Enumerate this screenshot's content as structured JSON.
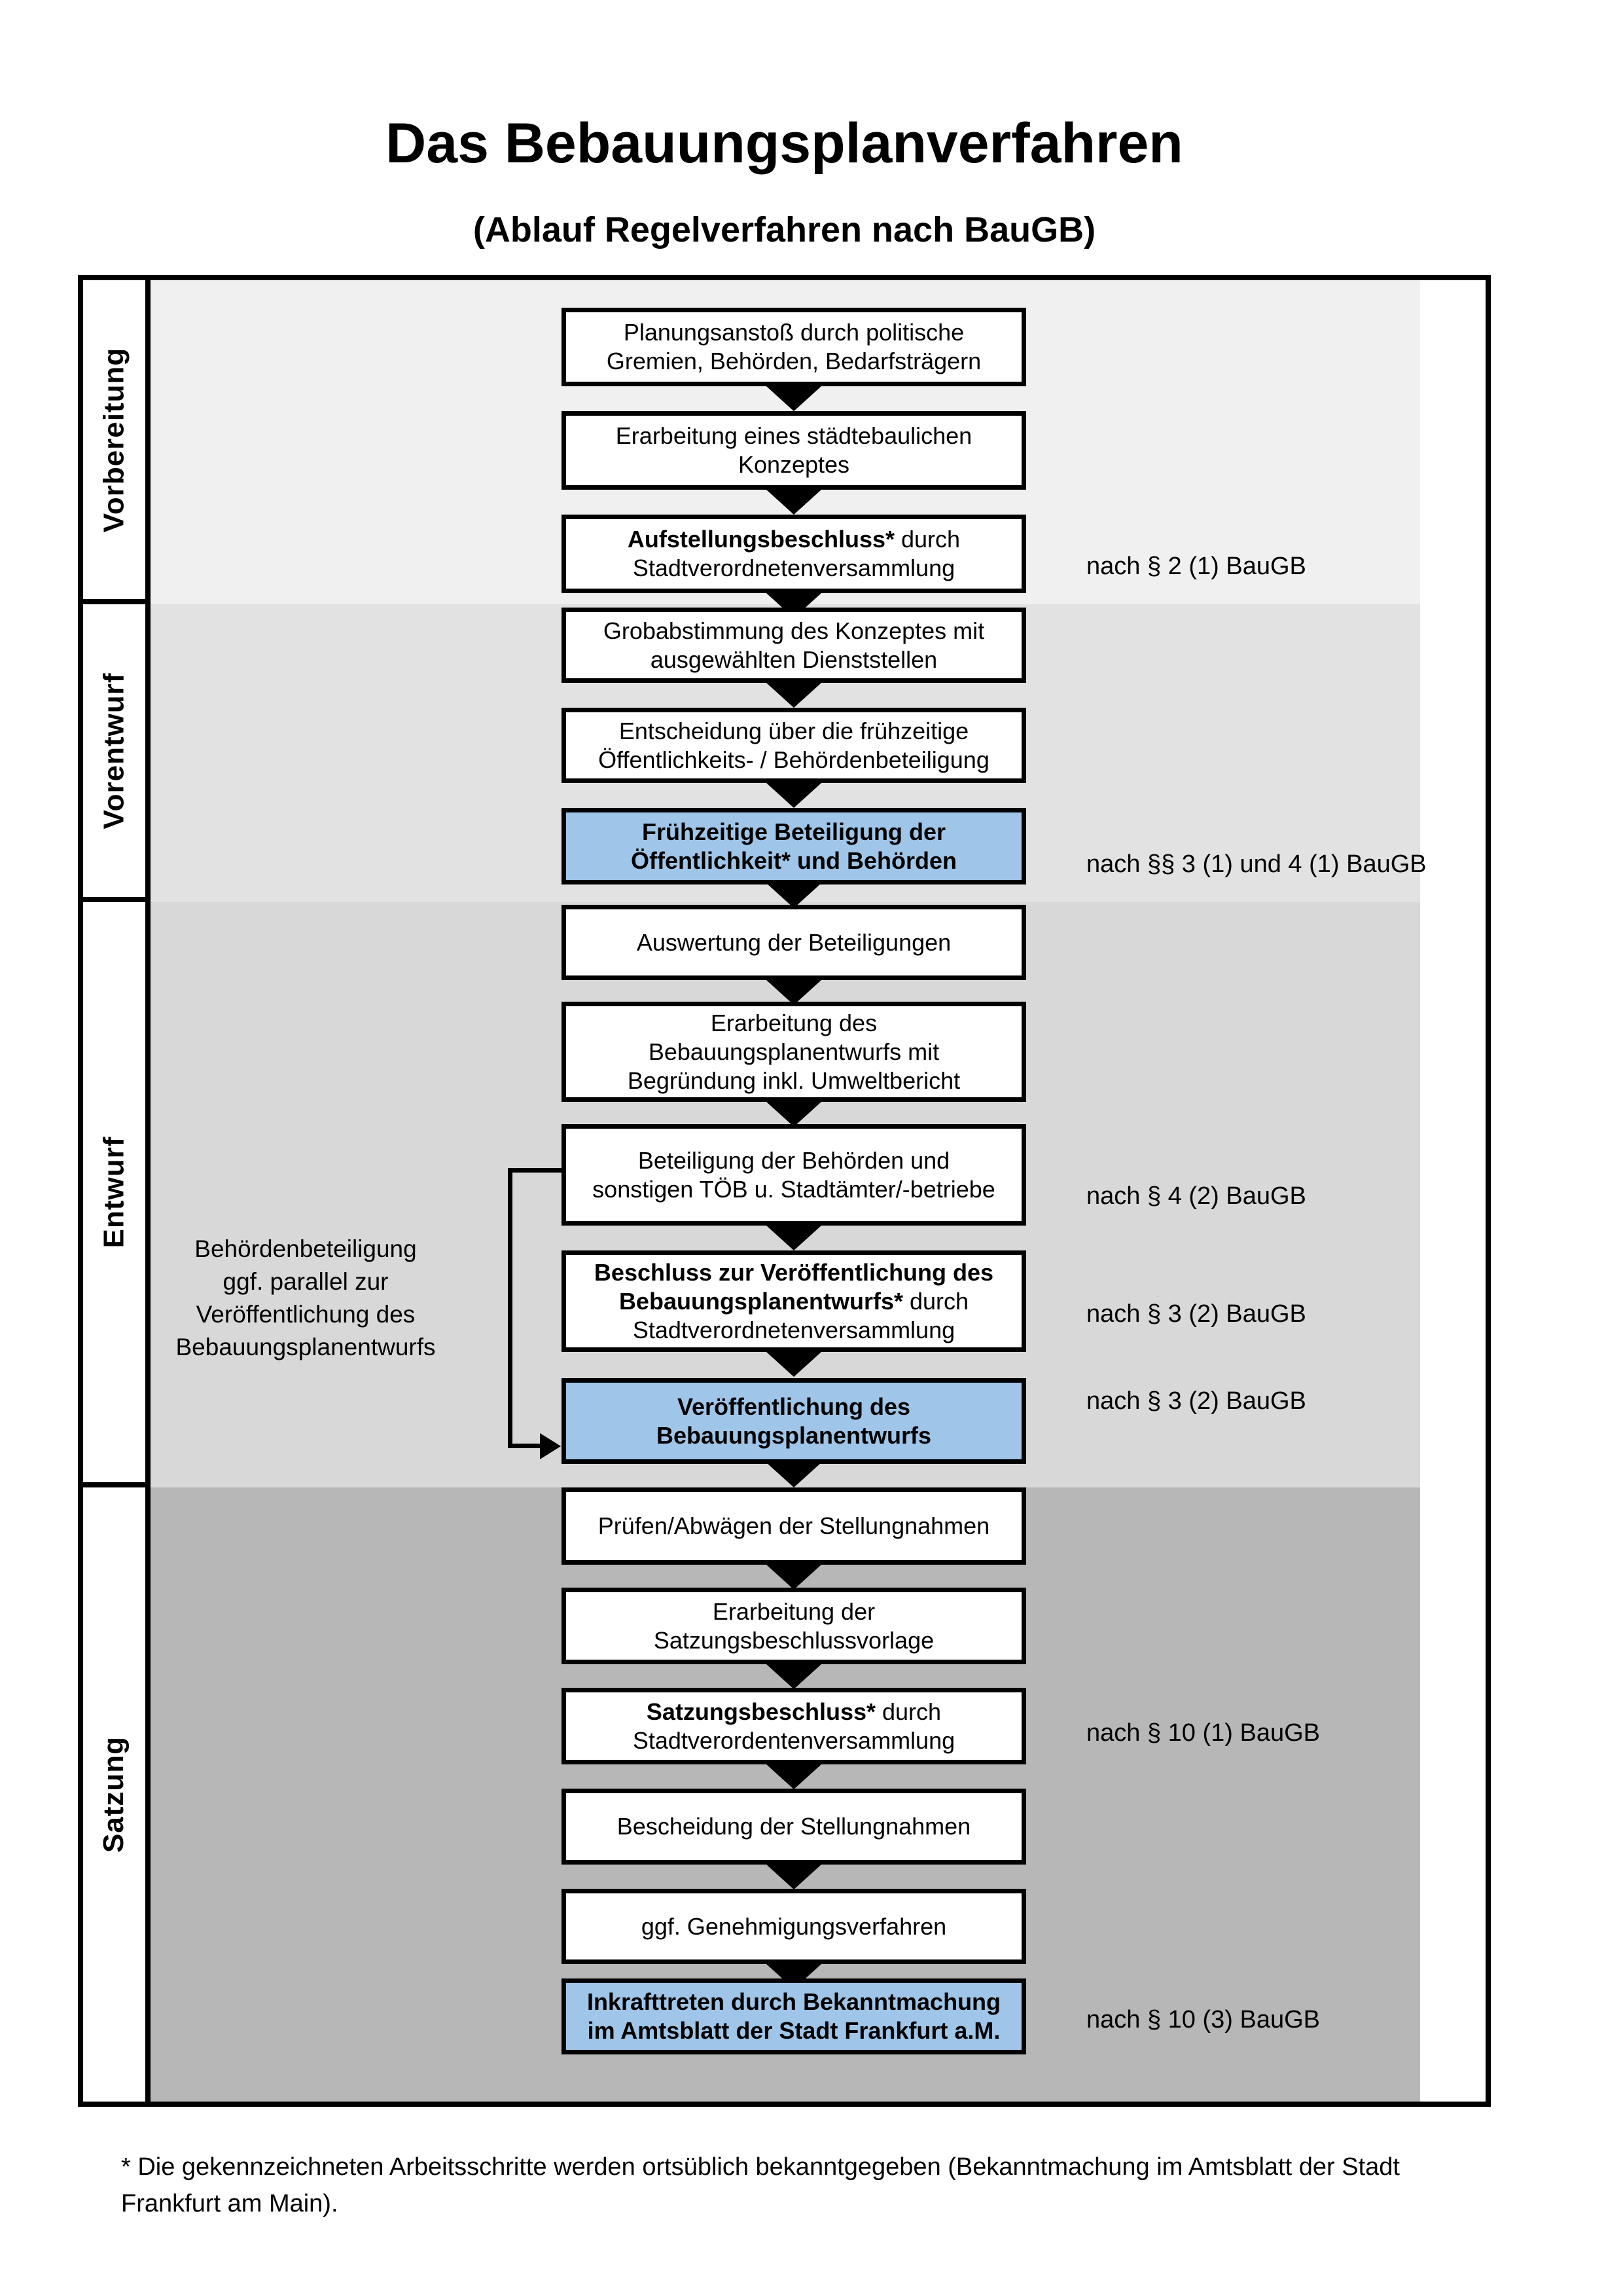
{
  "title": "Das Bebauungsplanverfahren",
  "subtitle": "(Ablauf Regelverfahren nach BauGB)",
  "colors": {
    "highlight": "#9FC5E8",
    "phase1": "#F0F0F0",
    "phase2": "#E2E2E2",
    "phase3": "#D8D8D8",
    "phase4": "#B7B7B7",
    "box_border": "#000000"
  },
  "phases": [
    {
      "label": "Vorbereitung"
    },
    {
      "label": "Vorentwurf"
    },
    {
      "label": "Entwurf"
    },
    {
      "label": "Satzung"
    }
  ],
  "boxes": [
    {
      "highlight": false,
      "lines": [
        [
          {
            "t": "Planungsanstoß durch politische",
            "b": false
          }
        ],
        [
          {
            "t": "Gremien, Behörden, Bedarfsträgern",
            "b": false
          }
        ]
      ]
    },
    {
      "highlight": false,
      "lines": [
        [
          {
            "t": "Erarbeitung eines städtebaulichen",
            "b": false
          }
        ],
        [
          {
            "t": "Konzeptes",
            "b": false
          }
        ]
      ]
    },
    {
      "highlight": false,
      "lines": [
        [
          {
            "t": "Aufstellungsbeschluss*",
            "b": true
          },
          {
            "t": " durch",
            "b": false
          }
        ],
        [
          {
            "t": "Stadtverordnetenversammlung",
            "b": false
          }
        ]
      ]
    },
    {
      "highlight": false,
      "lines": [
        [
          {
            "t": "Grobabstimmung des Konzeptes mit",
            "b": false
          }
        ],
        [
          {
            "t": "ausgewählten Dienststellen",
            "b": false
          }
        ]
      ]
    },
    {
      "highlight": false,
      "lines": [
        [
          {
            "t": "Entscheidung über die frühzeitige",
            "b": false
          }
        ],
        [
          {
            "t": "Öffentlichkeits- / Behördenbeteiligung",
            "b": false
          }
        ]
      ]
    },
    {
      "highlight": true,
      "lines": [
        [
          {
            "t": "Frühzeitige Beteiligung der",
            "b": true
          }
        ],
        [
          {
            "t": "Öffentlichkeit* und Behörden",
            "b": true
          }
        ]
      ]
    },
    {
      "highlight": false,
      "lines": [
        [
          {
            "t": "Auswertung der Beteiligungen",
            "b": false
          }
        ]
      ]
    },
    {
      "highlight": false,
      "lines": [
        [
          {
            "t": "Erarbeitung des",
            "b": false
          }
        ],
        [
          {
            "t": "Bebauungsplanentwurfs mit",
            "b": false
          }
        ],
        [
          {
            "t": "Begründung inkl. Umweltbericht",
            "b": false
          }
        ]
      ]
    },
    {
      "highlight": false,
      "lines": [
        [
          {
            "t": "Beteiligung der Behörden und",
            "b": false
          }
        ],
        [
          {
            "t": "sonstigen TÖB u. Stadtämter/-betriebe",
            "b": false
          }
        ]
      ]
    },
    {
      "highlight": false,
      "lines": [
        [
          {
            "t": "Beschluss zur Veröffentlichung des",
            "b": true
          }
        ],
        [
          {
            "t": "Bebauungsplanentwurfs*",
            "b": true
          },
          {
            "t": " durch",
            "b": false
          }
        ],
        [
          {
            "t": "Stadtverordnetenversammlung",
            "b": false
          }
        ]
      ]
    },
    {
      "highlight": true,
      "lines": [
        [
          {
            "t": "Veröffentlichung des",
            "b": true
          }
        ],
        [
          {
            "t": "Bebauungsplanentwurfs",
            "b": true
          }
        ]
      ]
    },
    {
      "highlight": false,
      "lines": [
        [
          {
            "t": "Prüfen/Abwägen der Stellungnahmen",
            "b": false
          }
        ]
      ]
    },
    {
      "highlight": false,
      "lines": [
        [
          {
            "t": "Erarbeitung der",
            "b": false
          }
        ],
        [
          {
            "t": "Satzungsbeschlussvorlage",
            "b": false
          }
        ]
      ]
    },
    {
      "highlight": false,
      "lines": [
        [
          {
            "t": "Satzungsbeschluss*",
            "b": true
          },
          {
            "t": " durch",
            "b": false
          }
        ],
        [
          {
            "t": "Stadtverordentenversammlung",
            "b": false
          }
        ]
      ]
    },
    {
      "highlight": false,
      "lines": [
        [
          {
            "t": "Bescheidung der Stellungnahmen",
            "b": false
          }
        ]
      ]
    },
    {
      "highlight": false,
      "lines": [
        [
          {
            "t": "ggf. Genehmigungsverfahren",
            "b": false
          }
        ]
      ]
    },
    {
      "highlight": true,
      "lines": [
        [
          {
            "t": "Inkrafttreten",
            "b": true
          },
          {
            "t": " durch Bekanntmachung",
            "b": false
          }
        ],
        [
          {
            "t": "im Amtsblatt der Stadt Frankfurt a.M.",
            "b": false
          }
        ]
      ]
    }
  ],
  "law_notes": [
    {
      "text": "nach § 2 (1) BauGB"
    },
    {
      "text": "nach §§ 3 (1) und 4 (1) BauGB"
    },
    {
      "text": "nach § 4 (2) BauGB"
    },
    {
      "text": "nach § 3 (2) BauGB"
    },
    {
      "text": "nach § 3 (2) BauGB"
    },
    {
      "text": "nach § 10 (1) BauGB"
    },
    {
      "text": "nach § 10 (3) BauGB"
    }
  ],
  "side_note": {
    "line1": "Behördenbeteiligung",
    "line2": "ggf. parallel zur",
    "line3": "Veröffentlichung des",
    "line4": "Bebauungsplanentwurfs"
  },
  "footnote": {
    "line1": "* Die gekennzeichneten Arbeitsschritte werden ortsüblich bekanntgegeben (Bekanntmachung im Amtsblatt  der Stadt",
    "line2": "Frankfurt am Main)."
  }
}
